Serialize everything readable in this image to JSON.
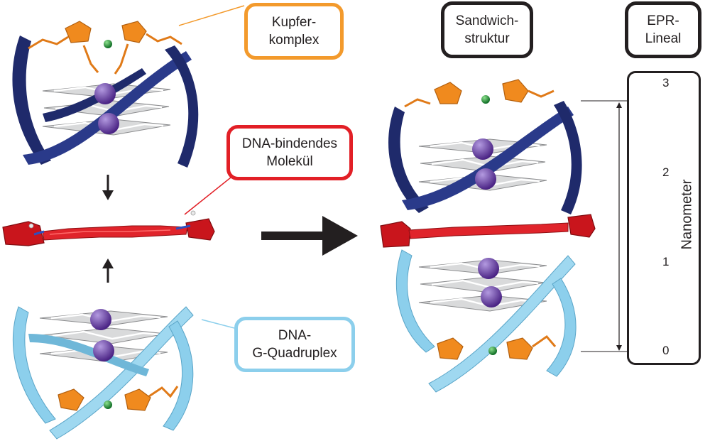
{
  "labels": {
    "copper_complex": "Kupfer-\nkomplex",
    "dna_binding_molecule": "DNA-bindendes\nMolekül",
    "g_quadruplex": "DNA-\nG-Quadruplex",
    "sandwich": "Sandwich-\nstruktur",
    "epr_ruler": "EPR-\nLineal"
  },
  "ruler": {
    "unit": "Nanometer",
    "ticks": [
      "3",
      "2",
      "1",
      "0"
    ]
  },
  "colors": {
    "copper": "#f39a2c",
    "molecule": "#e21f26",
    "quadruplex": "#8ccfec",
    "dark_strand": "#1f2a6b",
    "potassium": "#6a3aa0",
    "copper_ion": "#1a9a3a",
    "text": "#231f20"
  }
}
